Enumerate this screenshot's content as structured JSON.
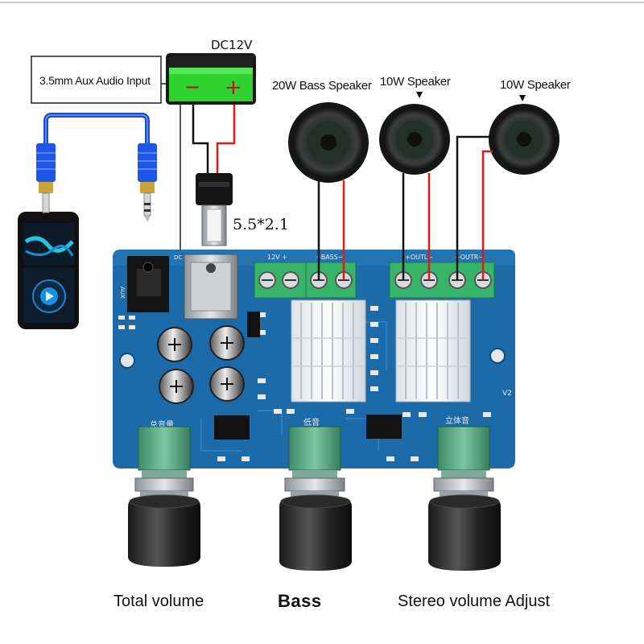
{
  "labels": {
    "power": "DC12V",
    "aux_input": "3.5mm Aux Audio Input",
    "plug_size": "5.5*2.1",
    "bass_speaker": "20W Bass Speaker",
    "speaker_left": "10W Speaker",
    "speaker_right": "10W Speaker",
    "knob_total": "Total volume",
    "knob_bass": "Bass",
    "knob_stereo": "Stereo volume Adjust"
  },
  "battery": {
    "minus": "−",
    "plus": "+"
  },
  "board": {
    "silk_total": "总音量",
    "silk_bass": "低音",
    "silk_stereo": "立体音",
    "silk_version": "V2",
    "silk_aux": "AUX",
    "silk_dc": "DC",
    "silk_power_terminal": "12V  +",
    "silk_bass_terminal": "+BASS−",
    "silk_outl": "+OUTL−",
    "silk_outr": "+OUTR−"
  },
  "colors": {
    "board": "#1c6aa8",
    "battery": "#2fd22f",
    "wire_red": "#e11919",
    "wire_black": "#111111",
    "cable": "#1f4fcf"
  }
}
